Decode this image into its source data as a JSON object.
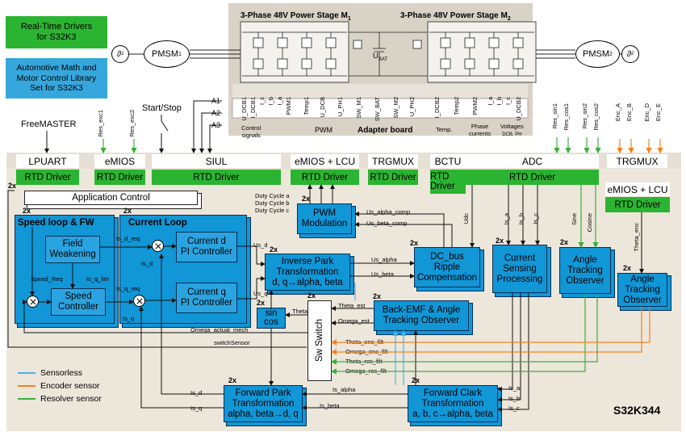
{
  "legend_top": {
    "rtd": "Real-Time Drivers\nfor S32K3",
    "amm": "Automotive Math and\nMotor Control Library\nSet for S32K3"
  },
  "power_stage": {
    "m1_title": "3-Phase 48V Power Stage M",
    "m1_sub": "1",
    "m2_title": "3-Phase 48V Power Stage M",
    "m2_sub": "2",
    "ubat": "U",
    "ubat_sub": "BAT",
    "m1_signals": [
      "U_DCB1",
      "I_DCB1",
      "I_c",
      "I_b",
      "I_a",
      "PWM1",
      "Temp1",
      "U_DCB",
      "U_PH1",
      "SW_M1"
    ],
    "m2_signals": [
      "SW_BAT",
      "SW_M2",
      "U_PH2",
      "I_DCB2",
      "Temp2",
      "PWM2",
      "I_a",
      "I_b",
      "I_c",
      "U_DCB2"
    ],
    "adapter": "Adapter board"
  },
  "motors": {
    "pmsm1": "PMSM",
    "pmsm1_sub": "1",
    "pmsm2": "PMSM",
    "pmsm2_sub": "2",
    "theta1": "ϑ",
    "theta1_sub": "1",
    "theta2": "ϑ",
    "theta2_sub": "2"
  },
  "inputs": {
    "freemaster": "FreeMASTER",
    "res_exc1": "Res_exc1",
    "res_exc2": "Res_exc2",
    "start_stop": "Start/Stop",
    "a1": "A1",
    "a2": "A2",
    "a3": "A3",
    "control_signals": "Control\nsignals",
    "pwm": "PWM",
    "temp": "Temp.",
    "phase_currents": "Phase\ncurrents",
    "voltages": "Voltages",
    "voltages_sub": "DCB, PH",
    "res_sin1": "Res_sin1",
    "res_cos1": "Res_cos1",
    "res_sin2": "Res_sin2",
    "res_cos2": "Res_cos2",
    "enc_a": "Enc_A",
    "enc_b": "Enc_B",
    "enc_d": "Enc_D",
    "enc_e": "Enc_E"
  },
  "peripherals": {
    "lpuart": "LPUART",
    "emios": "eMIOS",
    "siul": "SIUL",
    "emios_lcu": "eMIOS + LCU",
    "trgmux": "TRGMUX",
    "bctu": "BCTU",
    "adc": "ADC",
    "trgmux2": "TRGMUX",
    "emios_lcu2": "eMIOS + LCU",
    "rtd": "RTD Driver"
  },
  "blocks": {
    "app_control": "Application Control",
    "speed_loop": "Speed loop & FW",
    "field_weakening": "Field\nWeakening",
    "speed_controller": "Speed\nController",
    "current_loop": "Current Loop",
    "current_d": "Current d\nPI Controller",
    "current_q": "Current q\nPI Controller",
    "pwm_modulation": "PWM\nModulation",
    "inverse_park": "Inverse Park\nTransformation\nd, q→alpha, beta",
    "dc_bus": "DC_bus\nRipple\nCompensation",
    "current_sensing": "Current\nSensing\nProcessing",
    "angle_tracking1": "Angle\nTracking\nObserver",
    "angle_tracking2": "Angle\nTracking\nObserver",
    "sin_cos": "sin\ncos",
    "sw_switch": "Sw Switch",
    "bemf": "Back-EMF & Angle\nTracking Observer",
    "forward_park": "Forward Park\nTransformation\nalpha, beta→d, q",
    "forward_clark": "Forward Clark\nTransformation\na, b, c→alpha, beta",
    "x2": "2x"
  },
  "signals": {
    "duty_a": "Duty Cycle a",
    "duty_b": "Duty Cycle b",
    "duty_c": "Duty Cycle c",
    "us_alpha_comp": "Us_alpha_comp",
    "us_beta_comp": "Us_beta_comp",
    "udc": "Udc",
    "is_a": "Is_a",
    "is_b": "Is_b",
    "is_c": "Is_c",
    "sine": "Sine",
    "cosine": "Cosine",
    "theta_enc": "Theta_enc",
    "is_d_req": "Is_d_req",
    "is_q_req": "Is_q_req",
    "speed_req": "Speed_Req",
    "is_q_lim": "Is_q_lim",
    "is_d": "Is_d",
    "is_q": "Is_q",
    "us_d": "Us_d",
    "us_q": "Us_q",
    "us_alpha": "Us_alpha",
    "us_beta": "Us_beta",
    "theta": "Theta",
    "theta_est": "Theta_est",
    "omega_est": "Omega_est",
    "omega_actual_mech": "Omega_actual_mech",
    "switch_sensor": "switchSensor",
    "theta_enc_filt": "Theta_enc_filt",
    "omega_enc_filt": "Omega_enc_filt",
    "theta_res_filt": "Theta_res_filt",
    "omega_res_filt": "Omega_res_filt",
    "is_alpha": "Is_alpha",
    "is_beta": "Is_beta"
  },
  "legend": {
    "sensorless": "Sensorless",
    "encoder": "Encoder sensor",
    "resolver": "Resolver sensor"
  },
  "chip": "S32K344",
  "colors": {
    "sensorless": "#41b5f0",
    "encoder": "#f5821f",
    "resolver": "#3cae3c",
    "block": "#1196d6",
    "rtd": "#2bb431"
  }
}
